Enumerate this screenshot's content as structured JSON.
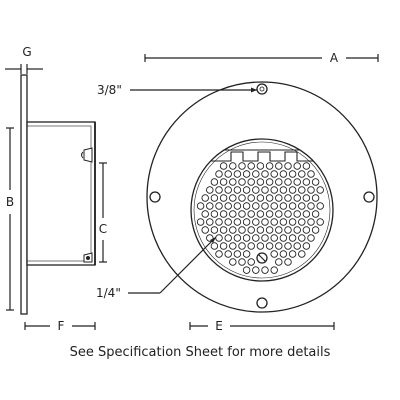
{
  "dimensions": {
    "a": "A",
    "b": "B",
    "c": "C",
    "e": "E",
    "f": "F",
    "g": "G",
    "hole_small": "3/8\"",
    "hole_perf": "1/4\""
  },
  "footer": {
    "note": "See Specification Sheet for more details"
  }
}
